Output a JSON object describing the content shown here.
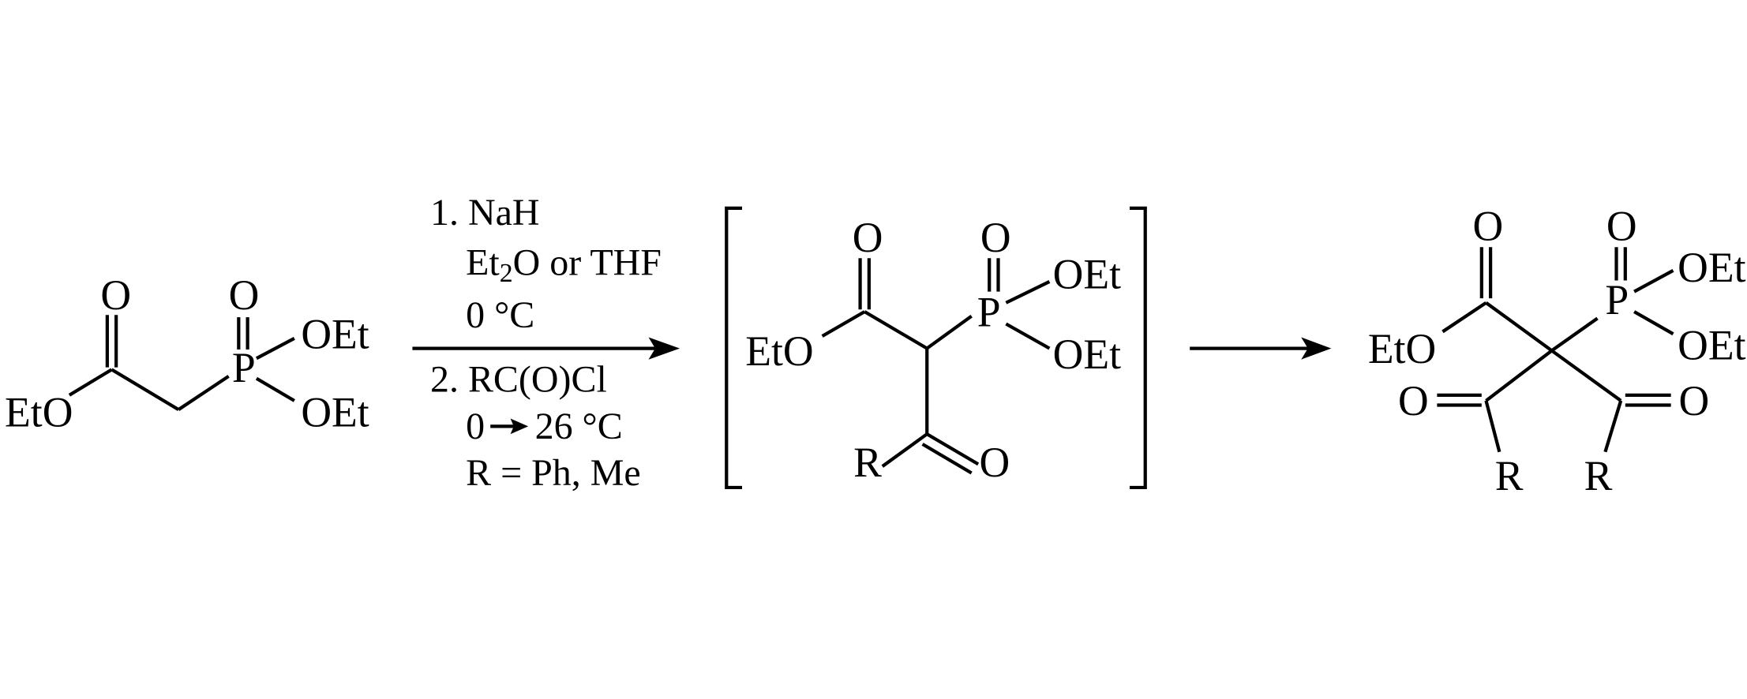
{
  "reactant": {
    "eto": "EtO",
    "o_carbonyl": "O",
    "p": "P",
    "o_phosphoryl": "O",
    "oet_upper": "OEt",
    "oet_lower": "OEt"
  },
  "conditions": {
    "step1": {
      "label": "1. NaH",
      "solvent_pre": "Et",
      "solvent_sub": "2",
      "solvent_post": "O or THF",
      "temp": "0 °C"
    },
    "step2": {
      "label": "2. RC(O)Cl",
      "temp_start": "0",
      "temp_end": "26 °C",
      "r_groups": "R = Ph, Me"
    }
  },
  "intermediate": {
    "eto": "EtO",
    "o_ester": "O",
    "p": "P",
    "o_phosphoryl": "O",
    "oet_upper": "OEt",
    "oet_lower": "OEt",
    "r": "R",
    "o_ketone": "O"
  },
  "product": {
    "eto": "EtO",
    "o_ester": "O",
    "p": "P",
    "o_phosphoryl": "O",
    "oet_upper": "OEt",
    "oet_lower": "OEt",
    "o_left": "O",
    "o_right": "O",
    "r_left": "R",
    "r_right": "R"
  }
}
